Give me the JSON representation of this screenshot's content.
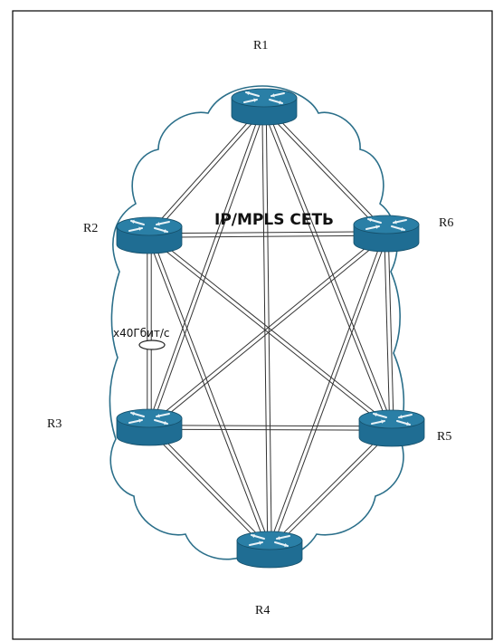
{
  "network": {
    "title": "IP/MPLS СЕТЬ",
    "link_speed_label": "x40Гбит/с",
    "colors": {
      "router_top": "#2a7fa6",
      "router_side": "#1f6d93",
      "router_arrow": "#e8f2f7",
      "link_line": "#333333",
      "cloud_outline": "#2b6f8a",
      "frame_border": "#000000"
    }
  },
  "routers": [
    {
      "id": "R1",
      "label": "R1"
    },
    {
      "id": "R2",
      "label": "R2"
    },
    {
      "id": "R3",
      "label": "R3"
    },
    {
      "id": "R4",
      "label": "R4"
    },
    {
      "id": "R5",
      "label": "R5"
    },
    {
      "id": "R6",
      "label": "R6"
    }
  ],
  "links": [
    [
      "R1",
      "R2"
    ],
    [
      "R1",
      "R3"
    ],
    [
      "R1",
      "R4"
    ],
    [
      "R1",
      "R5"
    ],
    [
      "R1",
      "R6"
    ],
    [
      "R2",
      "R3"
    ],
    [
      "R2",
      "R4"
    ],
    [
      "R2",
      "R5"
    ],
    [
      "R2",
      "R6"
    ],
    [
      "R3",
      "R4"
    ],
    [
      "R3",
      "R5"
    ],
    [
      "R3",
      "R6"
    ],
    [
      "R4",
      "R5"
    ],
    [
      "R4",
      "R6"
    ],
    [
      "R5",
      "R6"
    ]
  ]
}
